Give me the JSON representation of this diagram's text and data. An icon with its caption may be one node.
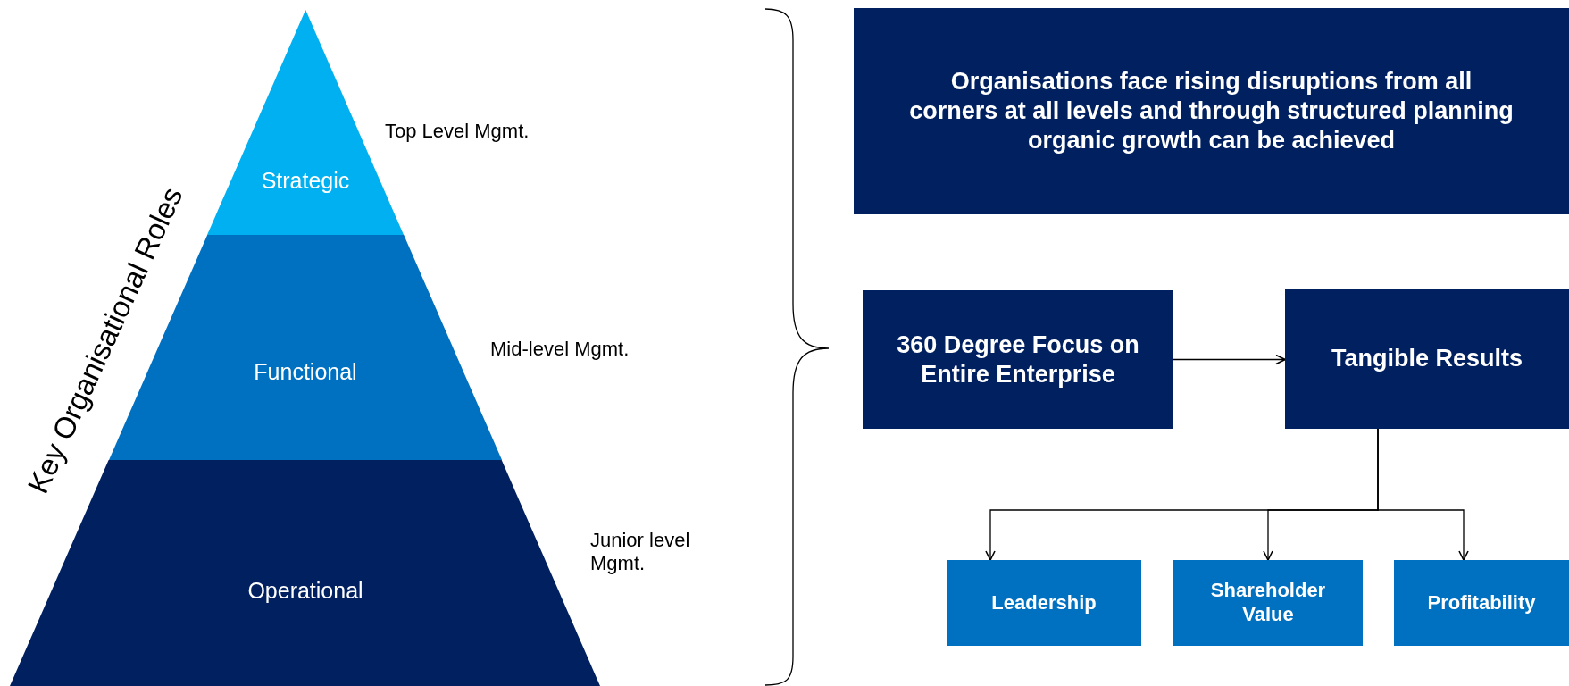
{
  "diagram": {
    "nodes": [
      {
        "text": [
          "Strategic"
        ],
        "beside": [
          "Top Level Mgmt."
        ]
      },
      {
        "text": [
          "Functional"
        ],
        "beside": [
          "Mid-level Mgmt."
        ]
      },
      {
        "text": [
          "Operational"
        ],
        "beside": [
          "Junior level Mgmt."
        ]
      },
      {
        "text": [
          "Organisations face rising disruptions from all corners at all levels and through structured planning organic growth can be achieved"
        ]
      },
      {
        "text": [
          "360 Degree Focus on Entire Enterprise"
        ]
      },
      {
        "text": [
          "Tangible Results"
        ]
      },
      {
        "text": [
          "Leadership"
        ]
      },
      {
        "text": [
          "Shareholder Value"
        ]
      },
      {
        "text": [
          "Profitability"
        ]
      }
    ],
    "edges": [
      {
        "from": 4,
        "to": 5,
        "arrow": "to"
      },
      {
        "from": 5,
        "to": 6,
        "arrow": "to"
      },
      {
        "from": 5,
        "to": 7,
        "arrow": "to"
      },
      {
        "from": 5,
        "to": 8,
        "arrow": "to"
      }
    ],
    "labels": [
      "Key Organisational Roles"
    ]
  }
}
